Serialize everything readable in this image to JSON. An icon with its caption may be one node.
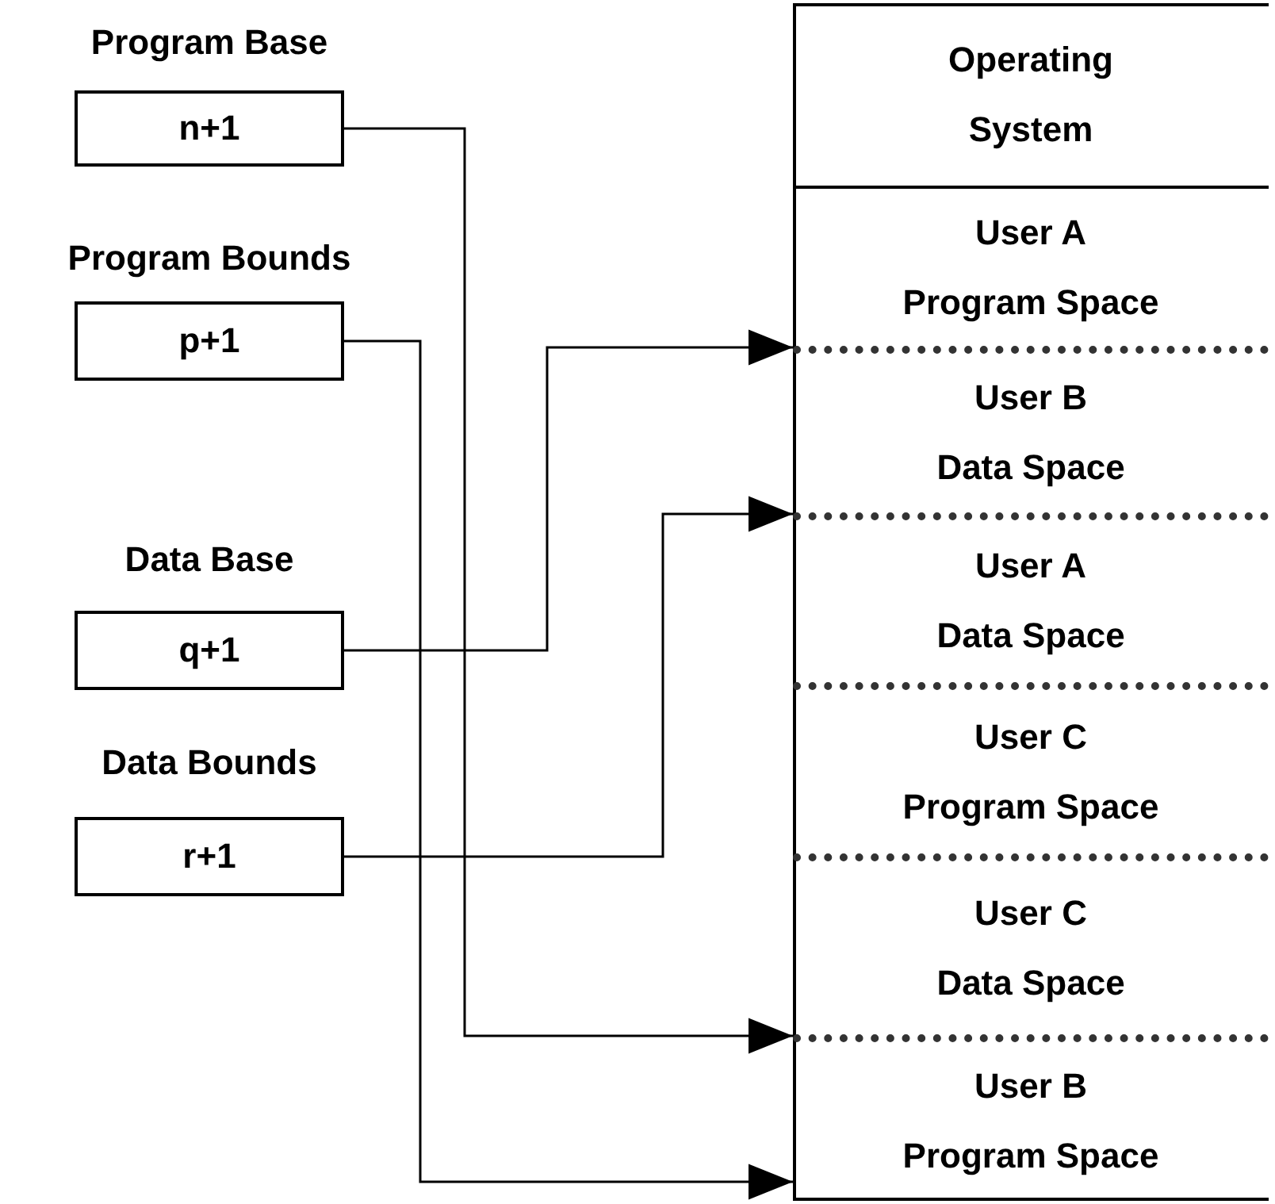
{
  "diagram": {
    "nodes": [
      {
        "text": [
          "Program Base",
          "n+1"
        ]
      },
      {
        "text": [
          "Program Bounds",
          "p+1"
        ]
      },
      {
        "text": [
          "Data Base",
          "q+1"
        ]
      },
      {
        "text": [
          "Data Bounds",
          "r+1"
        ]
      },
      {
        "text": [
          "Operating System"
        ]
      },
      {
        "text": [
          "User A Program Space"
        ]
      },
      {
        "text": [
          "User B Data Space"
        ]
      },
      {
        "text": [
          "User A Data Space"
        ]
      },
      {
        "text": [
          "User C Program Space"
        ]
      },
      {
        "text": [
          "User C Data Space"
        ]
      },
      {
        "text": [
          "User B Program Space"
        ]
      }
    ],
    "edges": [
      {
        "from": 0,
        "to": 10,
        "arrow": "to"
      },
      {
        "from": 1,
        "to": 10,
        "arrow": "to"
      },
      {
        "from": 2,
        "to": 6,
        "arrow": "to"
      },
      {
        "from": 3,
        "to": 7,
        "arrow": "to"
      }
    ]
  }
}
